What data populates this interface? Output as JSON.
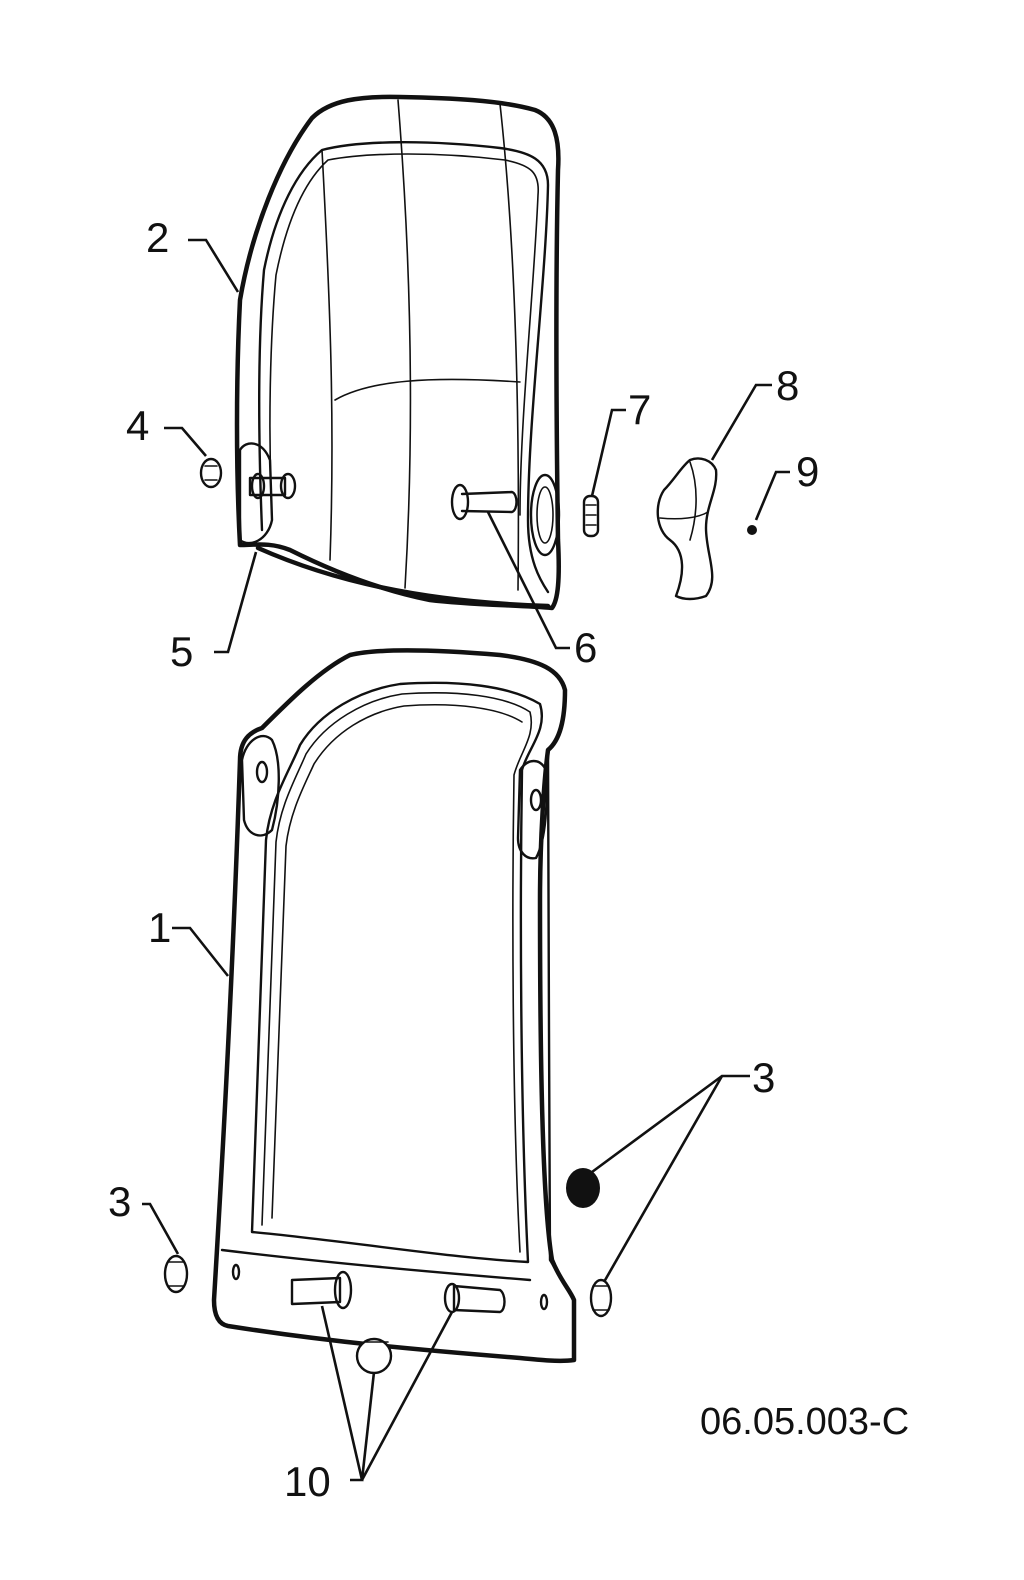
{
  "drawing": {
    "reference_code": "06.05.003-C"
  },
  "callouts": {
    "c1": "1",
    "c2": "2",
    "c3a": "3",
    "c3b": "3",
    "c4": "4",
    "c5": "5",
    "c6": "6",
    "c7": "7",
    "c8": "8",
    "c9": "9",
    "c10": "10"
  },
  "colors": {
    "line": "#111111",
    "background": "#ffffff"
  }
}
